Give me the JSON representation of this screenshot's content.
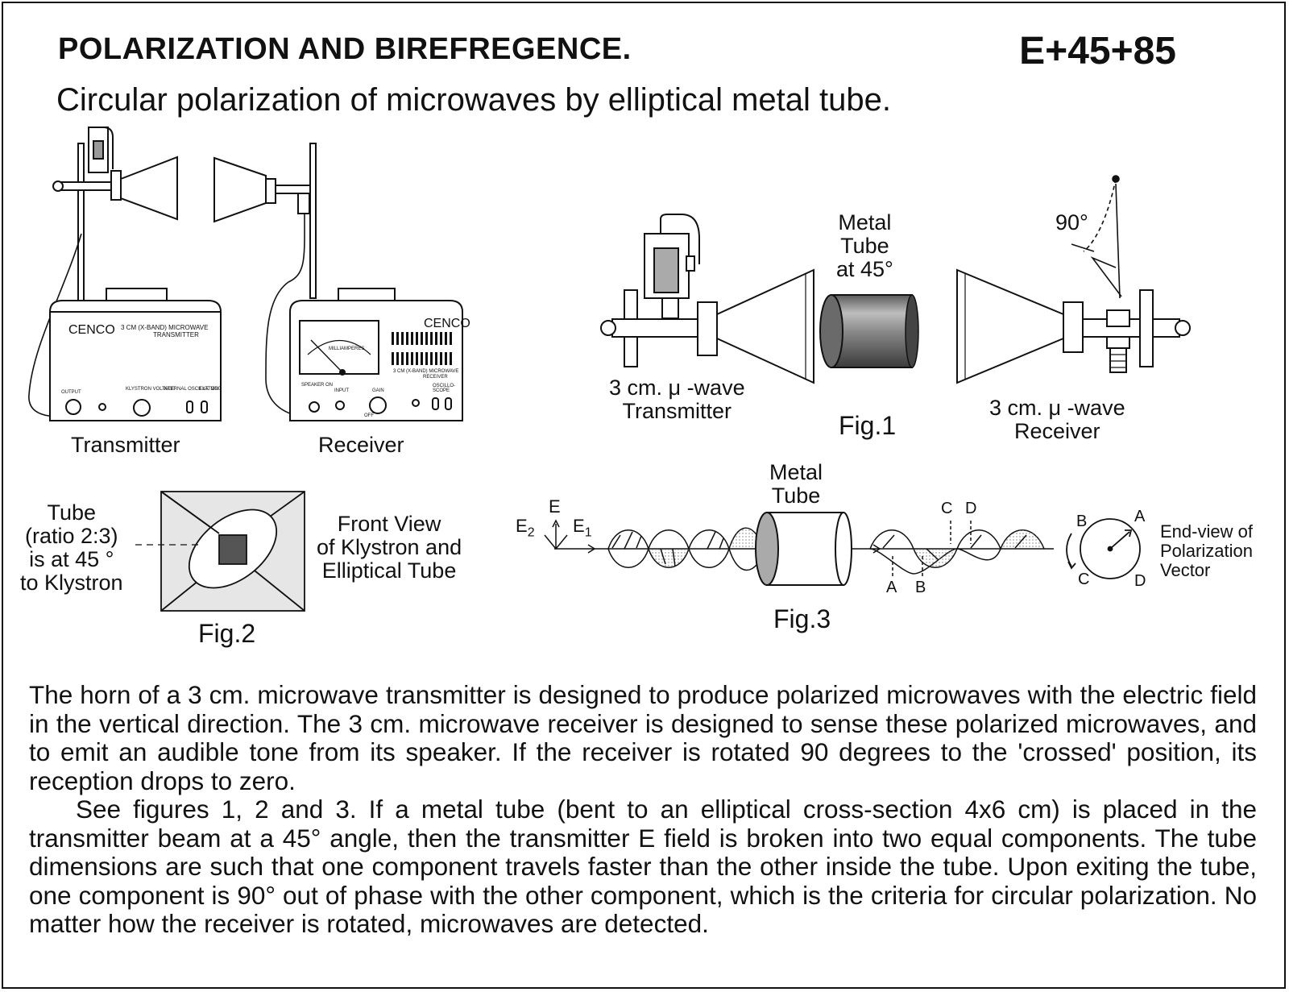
{
  "header": {
    "title": "POLARIZATION AND BIREFREGENCE.",
    "code": "E+45+85",
    "subtitle": "Circular polarization of microwaves by elliptical metal tube."
  },
  "top_left": {
    "transmitter_label": "Transmitter",
    "receiver_label": "Receiver",
    "tx_brand": "CENCO",
    "tx_panel_title_line1": "3 CM (X-BAND) MICROWAVE",
    "tx_panel_title_line2": "TRANSMITTER",
    "tx_output": "OUTPUT",
    "tx_klystron_voltage": "KLYSTRON VOLTAGE",
    "tx_internal_oscillator": "INTERNAL OSCILLATOR",
    "tx_ext_mod": "EXT. MOD",
    "rx_brand": "CENCO",
    "rx_meter_label": "MILLIAMPERES",
    "rx_panel_title_line1": "3 CM (X-BAND) MICROWAVE",
    "rx_panel_title_line2": "RECEIVER",
    "rx_speaker": "SPEAKER ON",
    "rx_input": "INPUT",
    "rx_gain": "GAIN",
    "rx_off": "OFF",
    "rx_oscilloscope": "OSCILLO-SCOPE"
  },
  "fig1": {
    "tube_label_line1": "Metal",
    "tube_label_line2": "Tube",
    "tube_label_line3": "at 45°",
    "angle_label": "90°",
    "tx_label_line1": "3 cm. μ -wave",
    "tx_label_line2": "Transmitter",
    "rx_label_line1": "3 cm. μ -wave",
    "rx_label_line2": "Receiver",
    "caption": "Fig.1"
  },
  "fig2": {
    "left_line1": "Tube",
    "left_line2": "(ratio 2:3)",
    "left_line3": "is at 45 °",
    "left_line4": "to Klystron",
    "right_line1": "Front View",
    "right_line2": "of Klystron and",
    "right_line3": "Elliptical Tube",
    "caption": "Fig.2"
  },
  "fig3": {
    "tube_label_line1": "Metal",
    "tube_label_line2": "Tube",
    "e": "E",
    "e2": "E",
    "e2_sub": "2",
    "e1": "E",
    "e1_sub": "1",
    "c_top": "C",
    "d_top": "D",
    "a_bottom": "A",
    "b_bottom": "B",
    "circle_a": "A",
    "circle_b": "B",
    "circle_c": "C",
    "circle_d": "D",
    "end_view_line1": "End-view of",
    "end_view_line2": "Polarization",
    "end_view_line3": "Vector",
    "caption": "Fig.3"
  },
  "body": {
    "paragraph1": "The horn of a 3 cm. microwave transmitter is designed to produce polarized microwaves with the electric field in the vertical direction. The 3 cm. microwave receiver is designed to sense these polarized microwaves, and to emit an audible tone from its speaker. If the receiver is rotated 90 degrees to the 'crossed' position, its reception drops to zero.",
    "paragraph2": "See figures 1, 2 and 3. If a metal tube (bent to an elliptical cross-section 4x6 cm) is placed in the transmitter beam at a 45° angle, then the transmitter E field is broken into two equal components. The tube dimensions are such that one component travels faster than the other inside the tube. Upon exiting the tube, one component is 90° out of phase with the other component, which is the criteria for circular polarization. No matter how the receiver is rotated, microwaves are detected."
  }
}
